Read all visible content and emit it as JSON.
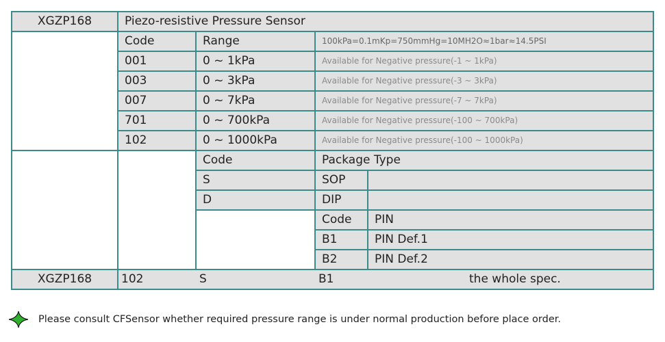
{
  "header": {
    "model": "XGZP168",
    "title": "Piezo-resistive Pressure Sensor"
  },
  "range_section": {
    "code_header": "Code",
    "range_header": "Range",
    "conversion_note": "100kPa=0.1mKp=750mmHg=10MH2O≈1bar≈14.5PSI",
    "rows": [
      {
        "code": "001",
        "range": "0 ~ 1kPa",
        "note": "Available for Negative pressure(-1 ~ 1kPa)"
      },
      {
        "code": "003",
        "range": "0 ~ 3kPa",
        "note": "Available for Negative pressure(-3 ~ 3kPa)"
      },
      {
        "code": "007",
        "range": "0 ~ 7kPa",
        "note": "Available for Negative pressure(-7 ~ 7kPa)"
      },
      {
        "code": "701",
        "range": "0 ~ 700kPa",
        "note": "Available for Negative pressure(-100 ~ 700kPa)"
      },
      {
        "code": "102",
        "range": "0 ~ 1000kPa",
        "note": "Available for Negative pressure(-100 ~ 1000kPa)"
      }
    ]
  },
  "package_section": {
    "code_header": "Code",
    "type_header": "Package Type",
    "rows": [
      {
        "code": "S",
        "type": "SOP"
      },
      {
        "code": "D",
        "type": "DIP"
      }
    ]
  },
  "pin_section": {
    "code_header": "Code",
    "pin_header": "PIN",
    "rows": [
      {
        "code": "B1",
        "pin": "PIN Def.1"
      },
      {
        "code": "B2",
        "pin": "PIN Def.2"
      }
    ]
  },
  "example": {
    "model": "XGZP168",
    "range_code": "102",
    "package_code": "S",
    "pin_code": "B1",
    "description": "the whole spec."
  },
  "footnote": {
    "icon": "green-diamond-icon",
    "text": "Please consult CFSensor whether required pressure range is under normal production before place order.",
    "icon_color": "#2fb12f"
  }
}
